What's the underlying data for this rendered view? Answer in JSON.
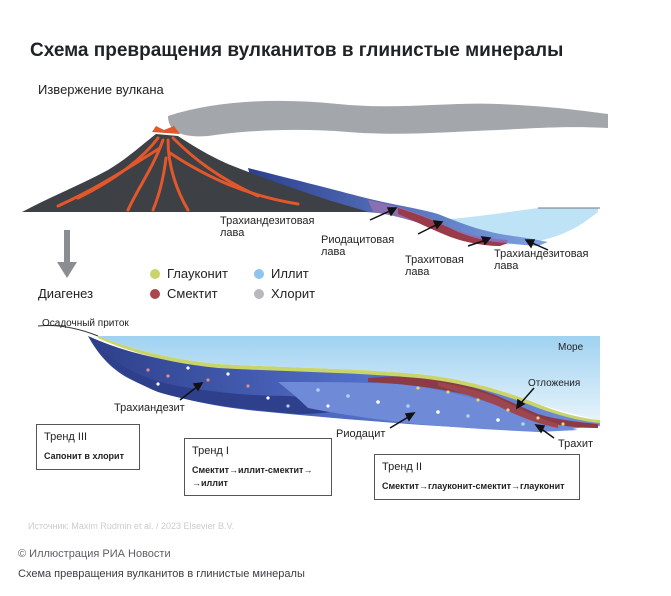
{
  "title": "Схема превращения вулканитов в глинистые минералы",
  "stage_top": "Извержение вулкана",
  "stage_bottom": "Диагенез",
  "lavas": {
    "lava1": "Трахиандезитовая лава",
    "lava2": "Риодацитовая лава",
    "lava3": "Трахитовая лава",
    "lava4": "Трахиандезитовая лава"
  },
  "legend": [
    {
      "label": "Глауконит",
      "color": "#c9d46a"
    },
    {
      "label": "Иллит",
      "color": "#8fc4ec"
    },
    {
      "label": "Смектит",
      "color": "#a9464e"
    },
    {
      "label": "Хлорит",
      "color": "#b7b9bd"
    }
  ],
  "lower": {
    "inflow": "Осадочный приток",
    "sea": "Море",
    "deposits": "Отложения",
    "trachyandesite": "Трахиандезит",
    "riodacite": "Риодацит",
    "trachyte": "Трахит"
  },
  "trends": [
    {
      "title": "Тренд III",
      "text": "Сапонит в хлорит"
    },
    {
      "title": "Тренд I",
      "text": "Смектит→иллит-смектит→ →иллит"
    },
    {
      "title": "Тренд II",
      "text": "Смектит→глауконит-смектит→глауконит"
    }
  ],
  "source": "Источник: Maxim Rudmin et al. / 2023 Elsevier B.V.",
  "credit": "© Иллюстрация РИА Новости",
  "caption": "Схема превращения вулканитов в глинистые минералы",
  "colors": {
    "volcano": "#3a3d42",
    "lava_flow": "#e2572b",
    "lava_blue": "#2f4fa0",
    "sea": "#bfe0f5",
    "smoke": "#a0a3a8"
  }
}
